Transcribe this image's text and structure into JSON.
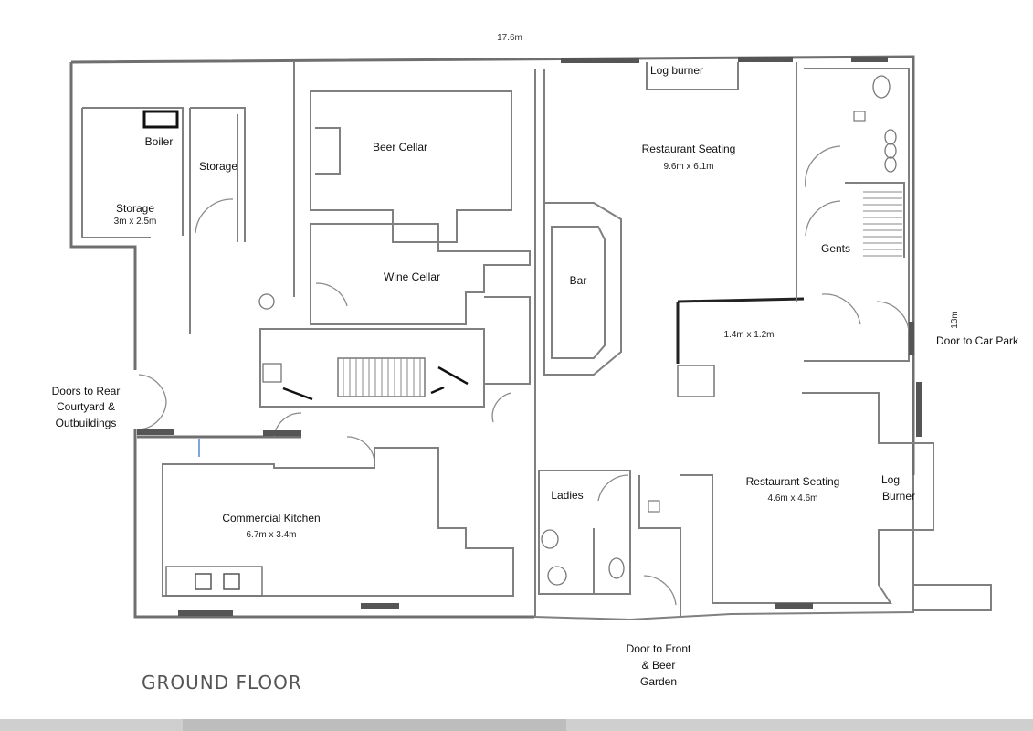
{
  "dimensions": {
    "overall_width": "17.6m",
    "overall_depth": "13m"
  },
  "floor_title": "GROUND FLOOR",
  "rooms": {
    "boiler": "Boiler",
    "storage_small": "Storage",
    "storage_large": {
      "name": "Storage",
      "size": "3m x 2.5m"
    },
    "beer_cellar": "Beer Cellar",
    "wine_cellar": "Wine Cellar",
    "restaurant_main": {
      "name": "Restaurant Seating",
      "size": "9.6m x 6.1m"
    },
    "bar": "Bar",
    "gents": "Gents",
    "restaurant_second": {
      "name": "Restaurant Seating",
      "size": "4.6m x 4.6m"
    },
    "commercial_kitchen": {
      "name": "Commercial Kitchen",
      "size": "6.7m x 3.4m"
    },
    "ladies": "Ladies",
    "alcove_size": "1.4m x 1.2m"
  },
  "features": {
    "log_burner_top": "Log burner",
    "log_burner_side": [
      "Log",
      "Burner"
    ]
  },
  "doors": {
    "rear": [
      "Doors to Rear",
      "Courtyard &",
      "Outbuildings"
    ],
    "car_park": "Door to Car Park",
    "front": [
      "Door to Front",
      "& Beer",
      "Garden"
    ]
  }
}
